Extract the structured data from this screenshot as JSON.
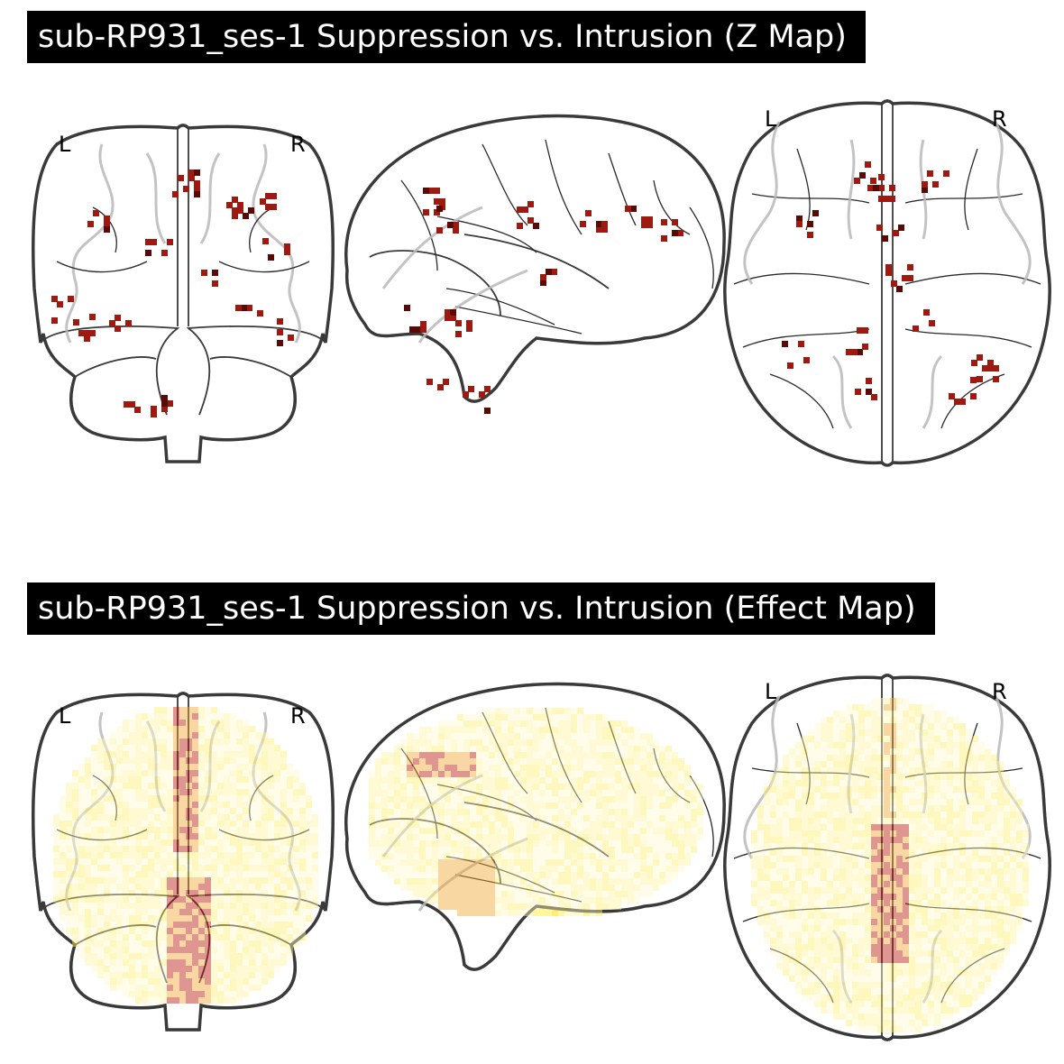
{
  "panels": [
    {
      "title": "sub-RP931_ses-1 Suppression vs. Intrusion (Z Map)",
      "kind": "z",
      "views": {
        "coronal": {
          "left": "L",
          "right": "R"
        },
        "axial": {
          "left": "L",
          "right": "R"
        }
      }
    },
    {
      "title": "sub-RP931_ses-1 Suppression vs. Intrusion (Effect Map)",
      "kind": "effect",
      "views": {
        "coronal": {
          "left": "L",
          "right": "R"
        },
        "axial": {
          "left": "L",
          "right": "R"
        }
      }
    }
  ],
  "colors": {
    "title_bg": "#000000",
    "title_fg": "#ffffff",
    "z_voxel": "#9e1a10",
    "z_voxel_dark": "#5a0a06",
    "effect_low": "#fff6a0",
    "effect_mid": "#f0a830",
    "effect_high": "#b8160c"
  }
}
